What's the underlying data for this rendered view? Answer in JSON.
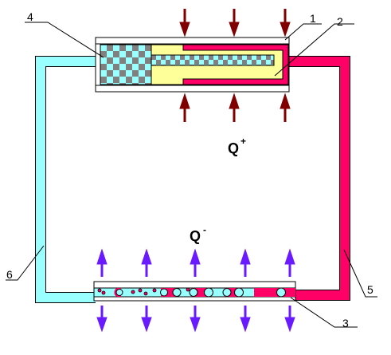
{
  "labels": {
    "l1": "1",
    "l2": "2",
    "l3": "3",
    "l4": "4",
    "l5": "5",
    "l6": "6"
  },
  "heat": {
    "q_plus": "Q",
    "q_plus_sign": "+",
    "q_minus": "Q",
    "q_minus_sign": "-"
  },
  "colors": {
    "cold_fluid": "#99ffff",
    "hot_fluid": "#ff0066",
    "porous_gray": "#808080",
    "sorbent_yellow": "#ffff99",
    "heat_in_arrow": "#800000",
    "heat_out_arrow": "#6a1aff",
    "outline": "#000000"
  }
}
